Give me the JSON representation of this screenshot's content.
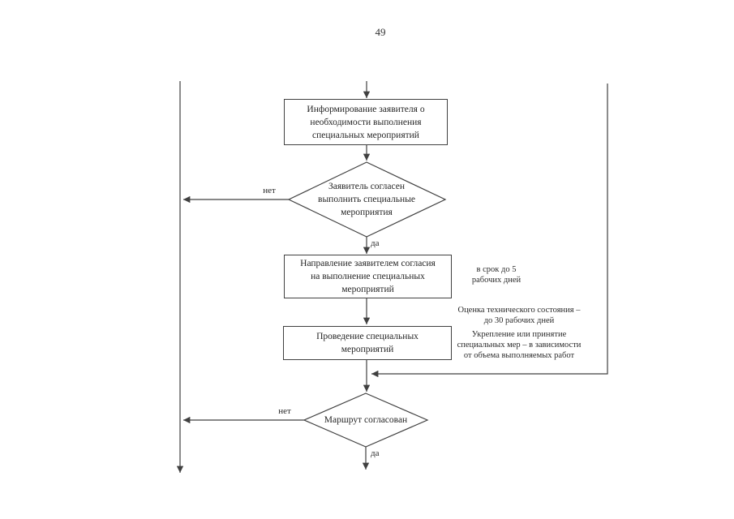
{
  "page": {
    "number": "49"
  },
  "flowchart": {
    "boxes": [
      {
        "id": "box-inform",
        "lines": [
          "Информирование заявителя о",
          "необходимости выполнения",
          "специальных мероприятий"
        ]
      },
      {
        "id": "box-send-consent",
        "lines": [
          "Направление заявителем согласия",
          "на выполнение специальных",
          "мероприятий"
        ]
      },
      {
        "id": "box-carry-out",
        "lines": [
          "Проведение специальных",
          "мероприятий"
        ]
      }
    ],
    "decisions": [
      {
        "id": "decision-applicant-agrees",
        "lines": [
          "Заявитель согласен",
          "выполнить специальные",
          "мероприятия"
        ],
        "no_label": "нет",
        "yes_label": "да"
      },
      {
        "id": "decision-route-agreed",
        "lines": [
          "Маршрут согласован"
        ],
        "no_label": "нет",
        "yes_label": "да"
      }
    ],
    "annotations": [
      {
        "id": "note-deadline",
        "lines": [
          "в срок до 5",
          "рабочих дней"
        ]
      },
      {
        "id": "note-assessment",
        "lines": [
          "Оценка технического состояния –",
          "до 30 рабочих дней"
        ]
      },
      {
        "id": "note-strengthening",
        "lines": [
          "Укрепление или принятие",
          "специальных мер – в зависимости",
          "от объема выполняемых работ"
        ]
      }
    ],
    "colors": {
      "line": "#404040",
      "text": "#262626",
      "background": "#ffffff"
    }
  }
}
